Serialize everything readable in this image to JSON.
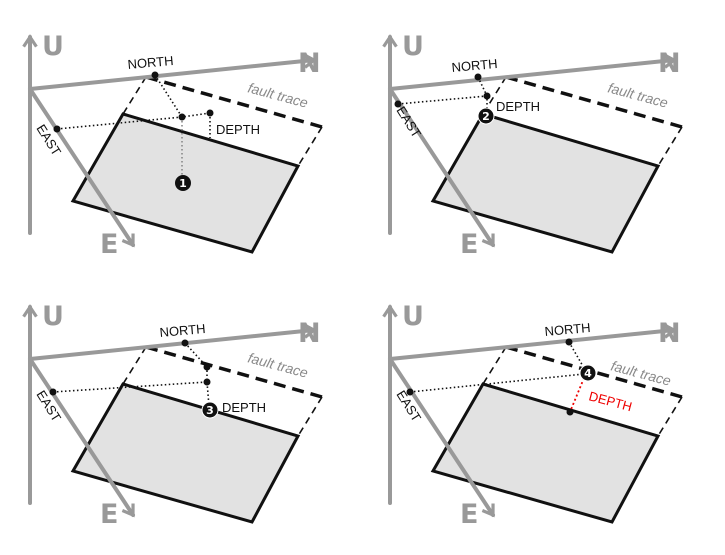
{
  "axes": {
    "up": "U",
    "north": "N",
    "east": "E"
  },
  "labels": {
    "north": "NORTH",
    "east": "EAST",
    "depth": "DEPTH",
    "fault_trace": "fault trace"
  },
  "panels": [
    {
      "step": "1"
    },
    {
      "step": "2"
    },
    {
      "step": "3"
    },
    {
      "step": "4"
    }
  ],
  "colors": {
    "axis": "#999999",
    "fault_plane": "#e2e2e2",
    "depth_highlight": "#ee0000"
  }
}
